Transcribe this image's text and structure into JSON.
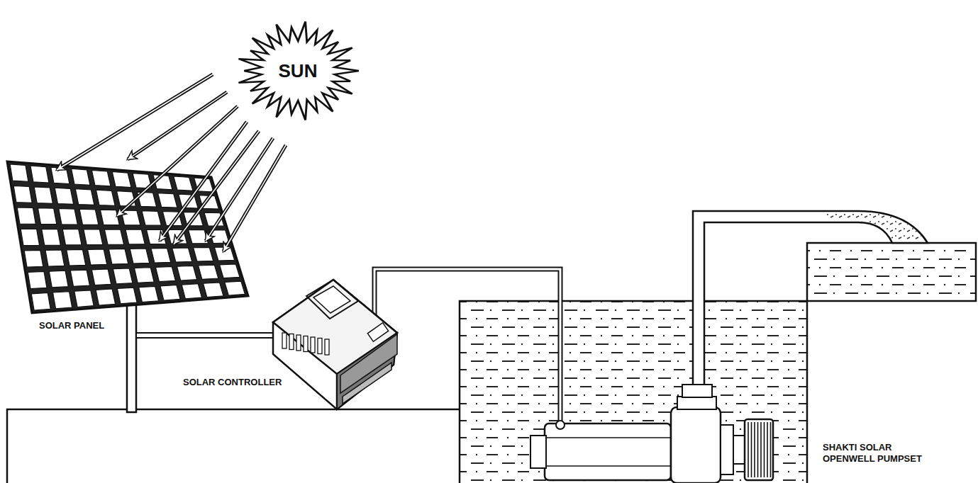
{
  "diagram": {
    "nodes": [
      {
        "text": [
          "SUN"
        ]
      }
    ],
    "labels": [
      "SOLAR PANEL",
      "SOLAR CONTROLLER",
      "SHAKTI SOLAR OPENWELL PUMPSET"
    ]
  }
}
